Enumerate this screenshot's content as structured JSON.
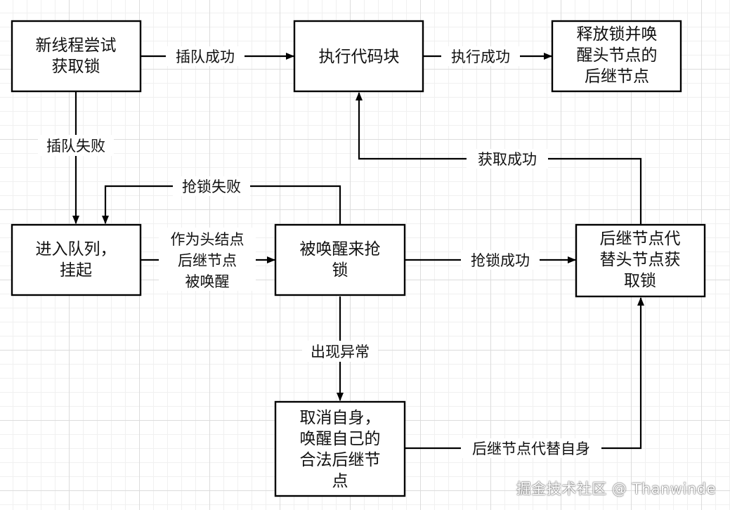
{
  "nodes": {
    "new_thread": [
      "新线程尝试",
      "获取锁"
    ],
    "execute_block": [
      "执行代码块"
    ],
    "release_lock": [
      "释放锁并唤",
      "醒头节点的",
      "后继节点"
    ],
    "enter_queue": [
      "进入队列，",
      "挂起"
    ],
    "woken_grab": [
      "被唤醒来抢",
      "锁"
    ],
    "successor_acquire": [
      "后继节点代",
      "替头节点获",
      "取锁"
    ],
    "cancel_self": [
      "取消自身，",
      "唤醒自己的",
      "合法后继节",
      "点"
    ]
  },
  "edges": {
    "cut_in_success": "插队成功",
    "execute_success": "执行成功",
    "cut_in_fail": "插队失败",
    "acquire_success": "获取成功",
    "grab_fail": "抢锁失败",
    "woken_as_head_successor": [
      "作为头结点",
      "后继节点",
      "被唤醒"
    ],
    "grab_success": "抢锁成功",
    "exception": "出现异常",
    "successor_replaces_self": "后继节点代替自身"
  },
  "watermark": "掘金技术社区 @ Thanwinde"
}
